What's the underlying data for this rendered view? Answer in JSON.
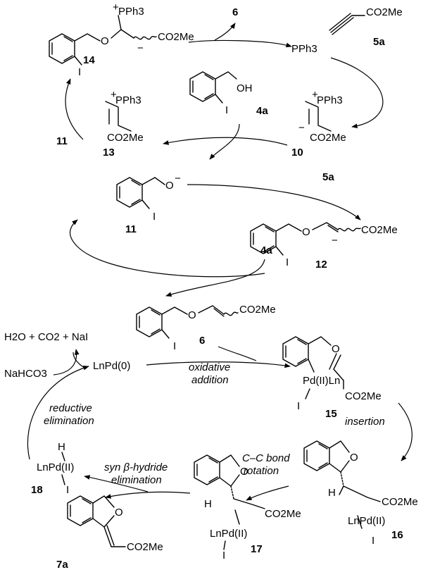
{
  "texts": {
    "pph3_14": "PPh3",
    "co2me_14": "CO2Me",
    "o_14": "O",
    "i_14": "I",
    "num_14": "14",
    "num_6_top": "6",
    "pph3_free": "PPh3",
    "co2me_5a": "CO2Me",
    "num_5a_top": "5a",
    "pph3_13": "PPh3",
    "co2me_13": "CO2Me",
    "num_11_left": "11",
    "num_13": "13",
    "oh_4a": "OH",
    "i_4a": "I",
    "num_4a_top": "4a",
    "pph3_10": "PPh3",
    "co2me_10": "CO2Me",
    "num_10": "10",
    "o_11": "O",
    "i_11": "I",
    "num_11": "11",
    "num_5a_mid": "5a",
    "o_12": "O",
    "co2me_12": "CO2Me",
    "i_12": "I",
    "num_12": "12",
    "num_4a_mid": "4a",
    "o_6": "O",
    "co2me_6": "CO2Me",
    "i_6": "I",
    "num_6": "6",
    "byproducts": "H2O + CO2 + NaI",
    "nahco3": "NaHCO3",
    "lnpd0": "LnPd(0)",
    "oxidative": "oxidative",
    "addition": "addition",
    "o_15": "O",
    "pd_15": "Pd(II)Ln",
    "i_15": "I",
    "co2me_15": "CO2Me",
    "num_15": "15",
    "reductive": "reductive",
    "elimination": "elimination",
    "insertion": "insertion",
    "h_18": "H",
    "lnpd_18": "LnPd(II)",
    "i_18": "I",
    "num_18": "18",
    "syn": "syn β-hydride",
    "elim2": "elimination",
    "cc_bond": "C–C bond",
    "rotation": "rotation",
    "o_16": "O",
    "h_16": "H",
    "co2me_16": "CO2Me",
    "pd_16": "LnPd(II)",
    "i_16": "I",
    "num_16": "16",
    "o_17": "O",
    "h_17": "H",
    "co2me_17": "CO2Me",
    "pd_17": "LnPd(II)",
    "i_17": "I",
    "num_17": "17",
    "o_7a": "O",
    "co2me_7a": "CO2Me",
    "num_7a": "7a"
  }
}
